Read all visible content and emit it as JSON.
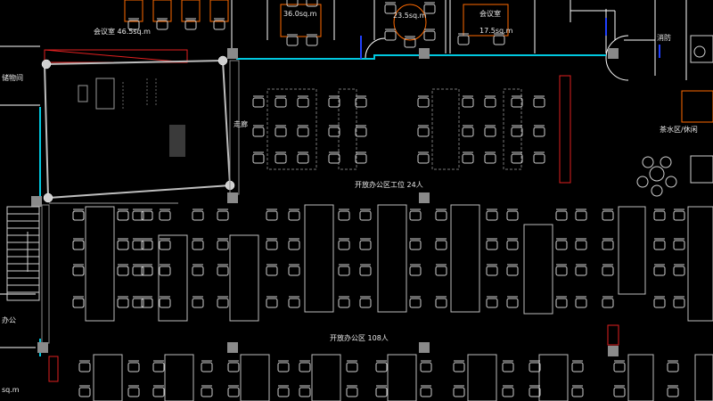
{
  "labels": {
    "meeting_46": "会议室 46.5sq.m",
    "room_36": "36.0sq.m",
    "room_23": "23.5sq.m",
    "room_17": "17.5sq.m",
    "room_top_label": "会议室",
    "left_room_1": "储物间",
    "left_room_2": "办公",
    "right_label_1": "消防",
    "right_label_2": "茶水区/休闲",
    "workstations_24": "开放办公区工位 24人",
    "workstations_108": "开放办公区 108人",
    "side_sq": "sq.m",
    "vertical_label": "走廊"
  },
  "colors": {
    "wall": "#ffffff",
    "cyan_wall": "#00c8e0",
    "red_hatch": "#e02020",
    "orange_furniture": "#ff6a00",
    "gray_line": "#9a9a9a",
    "blue_window": "#2040ff"
  }
}
